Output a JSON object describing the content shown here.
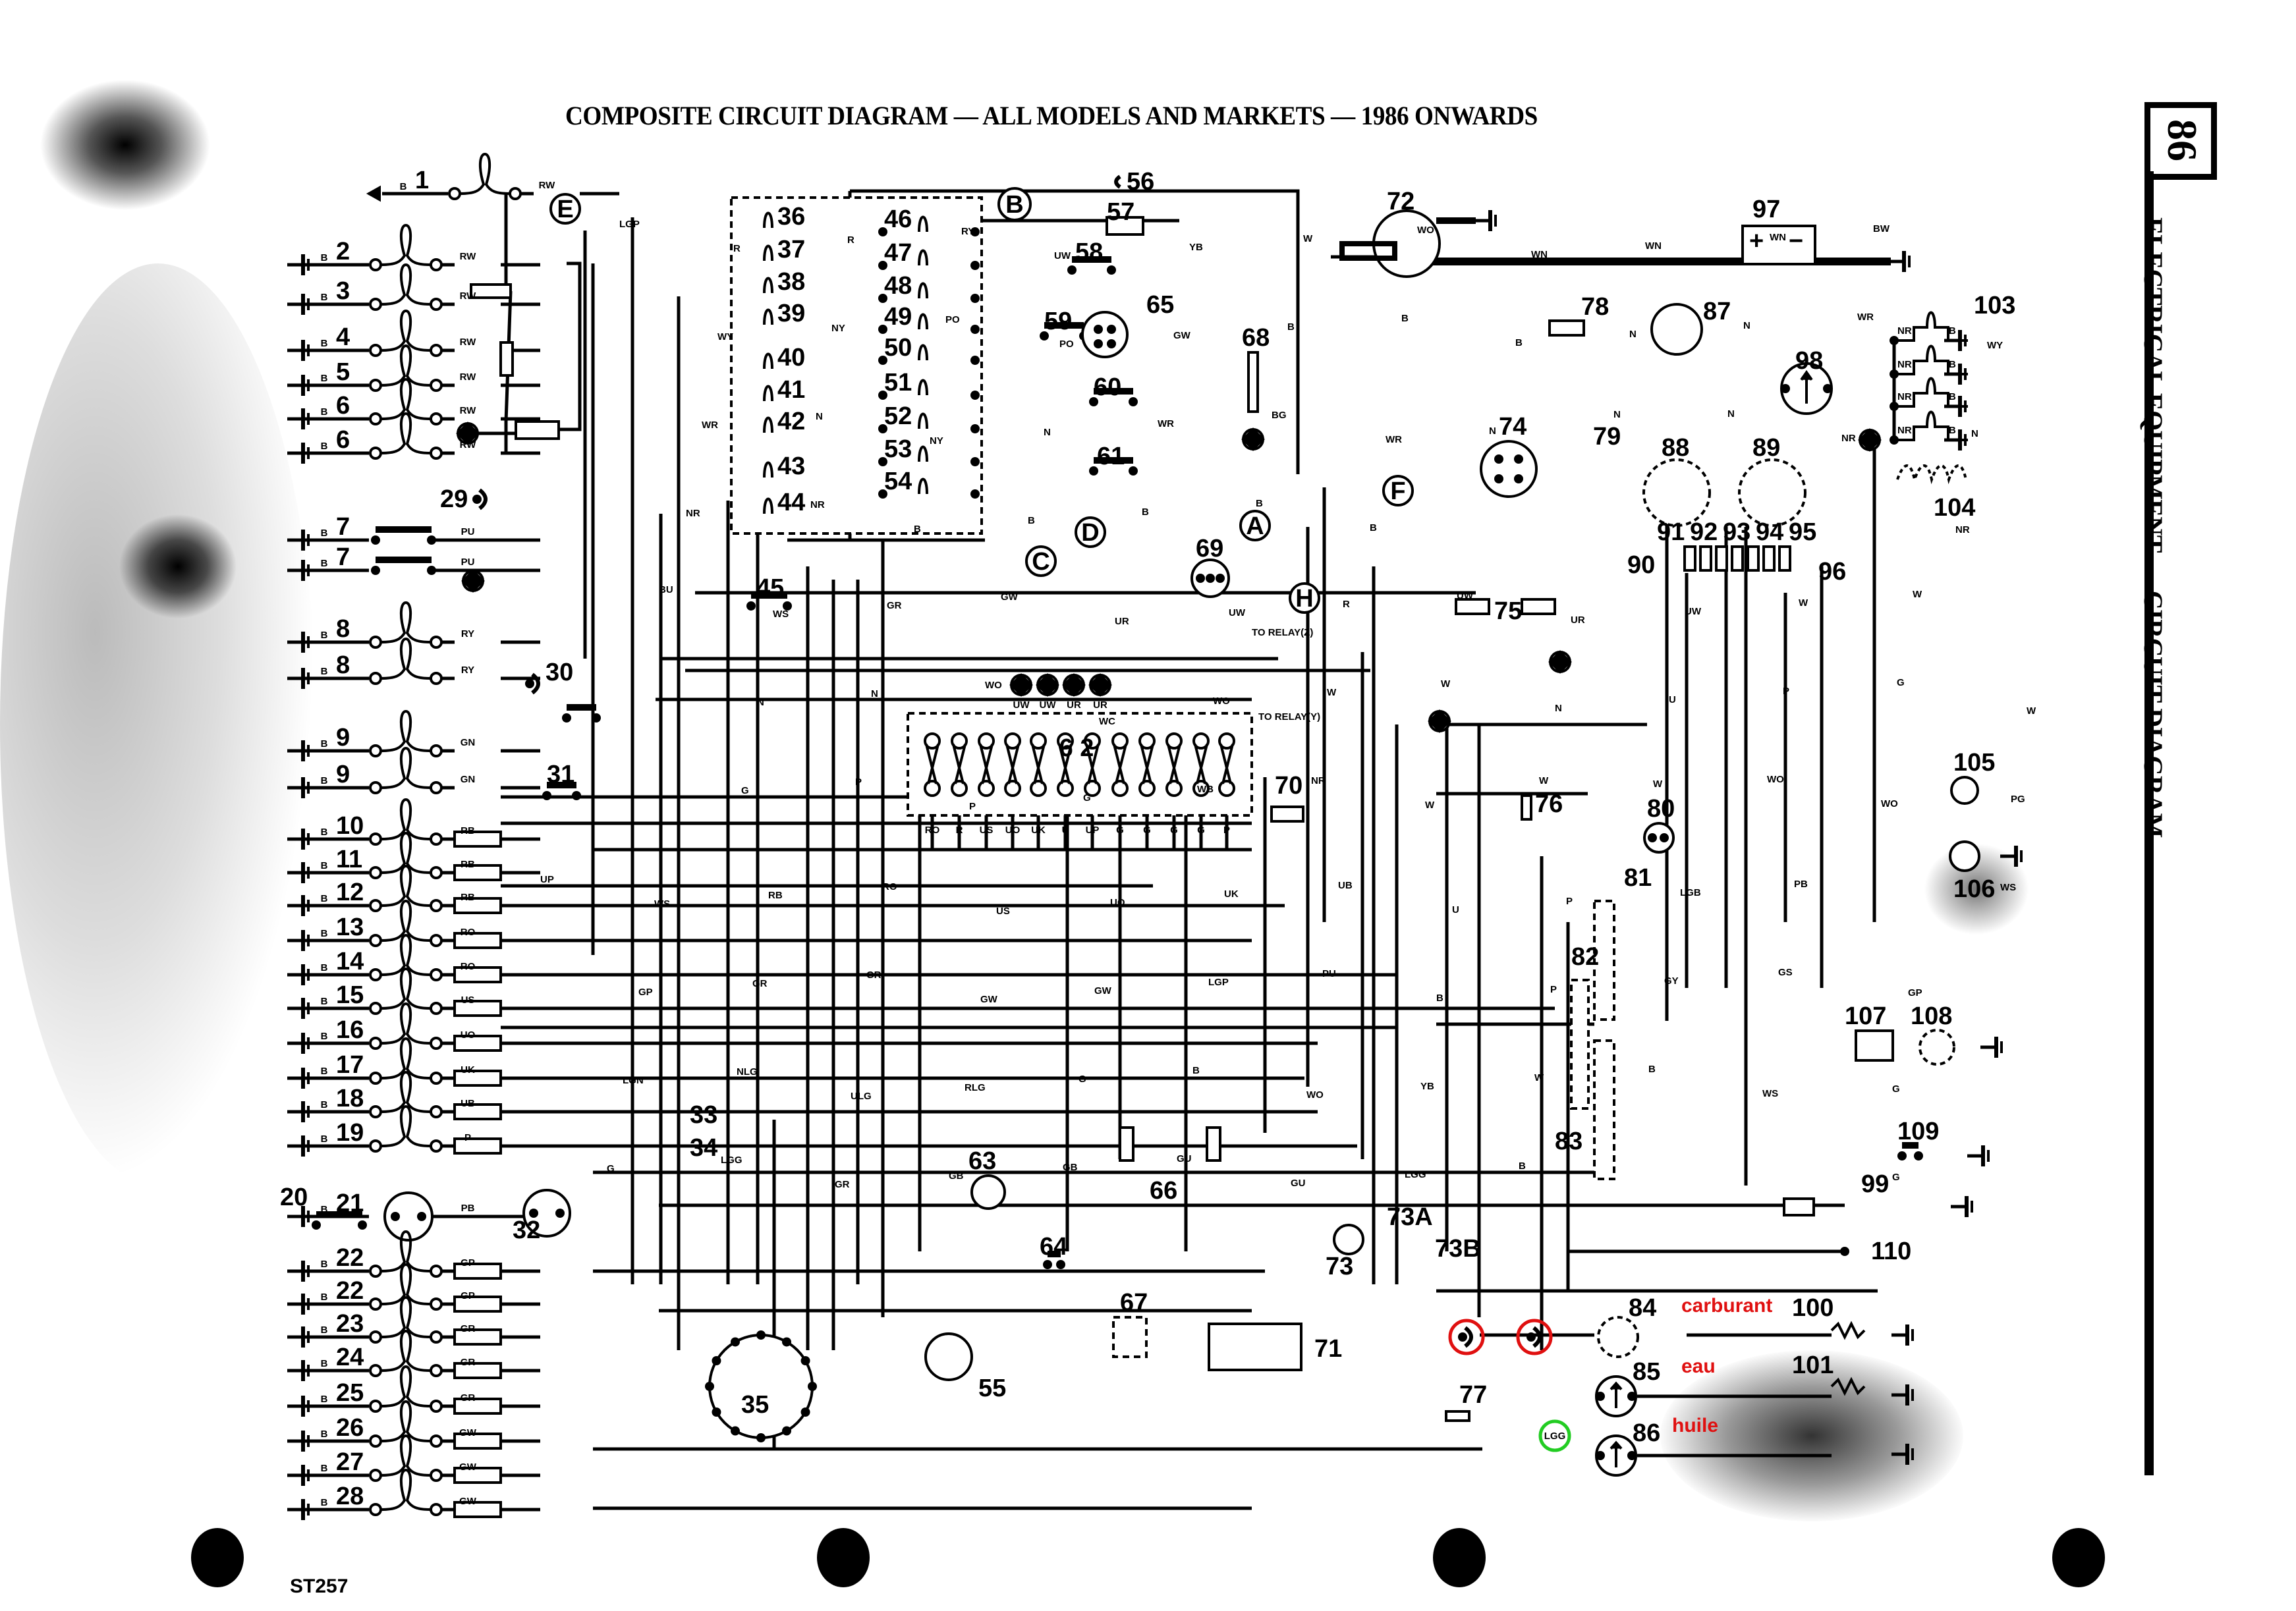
{
  "document": {
    "title": "COMPOSITE CIRCUIT DIAGRAM — ALL MODELS AND MARKETS — 1986 ONWARDS",
    "section_number": "86",
    "section_title": "ELECTRICAL EQUIPMENT — CIRCUIT DIAGRAM",
    "sheet_reference": "ST257"
  },
  "annotations": [
    {
      "label": "carburant",
      "component": "84",
      "color": "#e01010"
    },
    {
      "label": "eau",
      "component": "85",
      "color": "#e01010"
    },
    {
      "label": "huile",
      "component": "86",
      "color": "#e01010"
    }
  ],
  "highlight_colors": {
    "red_circle": "#e01010",
    "green_circle": "#22cc22"
  },
  "connection_points": [
    "A",
    "B",
    "C",
    "D",
    "E",
    "F",
    "H"
  ],
  "relay_notes": [
    "TO RELAY(Z)",
    "TO RELAY(Y)"
  ],
  "left_lamps": [
    {
      "ref": "1",
      "wire": "RW"
    },
    {
      "ref": "2",
      "wire": "RW"
    },
    {
      "ref": "3",
      "wire": "RW"
    },
    {
      "ref": "4",
      "wire": "RW"
    },
    {
      "ref": "5",
      "wire": "RW"
    },
    {
      "ref": "6",
      "wire": "RW"
    },
    {
      "ref": "6",
      "wire": "RW"
    },
    {
      "ref": "7",
      "wire": "PU"
    },
    {
      "ref": "7",
      "wire": "PU"
    },
    {
      "ref": "8",
      "wire": "RY"
    },
    {
      "ref": "8",
      "wire": "RY"
    },
    {
      "ref": "9",
      "wire": "GN"
    },
    {
      "ref": "9",
      "wire": "GN"
    },
    {
      "ref": "10",
      "wire": "RB"
    },
    {
      "ref": "11",
      "wire": "RB"
    },
    {
      "ref": "12",
      "wire": "RB"
    },
    {
      "ref": "13",
      "wire": "RO"
    },
    {
      "ref": "14",
      "wire": "RO"
    },
    {
      "ref": "15",
      "wire": "US"
    },
    {
      "ref": "16",
      "wire": "UO"
    },
    {
      "ref": "17",
      "wire": "UK"
    },
    {
      "ref": "18",
      "wire": "UB"
    },
    {
      "ref": "19",
      "wire": "P"
    },
    {
      "ref": "21",
      "wire": "PB"
    },
    {
      "ref": "22",
      "wire": "GP"
    },
    {
      "ref": "22",
      "wire": "GP"
    },
    {
      "ref": "23",
      "wire": "GR"
    },
    {
      "ref": "24",
      "wire": "GR"
    },
    {
      "ref": "25",
      "wire": "GR"
    },
    {
      "ref": "26",
      "wire": "GW"
    },
    {
      "ref": "27",
      "wire": "GW"
    },
    {
      "ref": "28",
      "wire": "GW"
    }
  ],
  "ground_label": "B",
  "fuse_block_left": [
    "36",
    "37",
    "38",
    "39",
    "40",
    "41",
    "42",
    "43",
    "44"
  ],
  "fuse_block_right": [
    "46",
    "47",
    "48",
    "49",
    "50",
    "51",
    "52",
    "53",
    "54"
  ],
  "connector_62": {
    "ref": "6 2",
    "top_labels": [
      "UW",
      "UW",
      "UR",
      "UR"
    ],
    "bottom_labels": [
      "RO",
      "R",
      "US",
      "UO",
      "UK",
      "U",
      "UP",
      "G",
      "G",
      "G",
      "G",
      "P"
    ]
  },
  "components": [
    "20",
    "29",
    "30",
    "31",
    "32",
    "33",
    "34",
    "35",
    "45",
    "55",
    "56",
    "57",
    "58",
    "59",
    "60",
    "61",
    "63",
    "64",
    "65",
    "66",
    "67",
    "68",
    "69",
    "70",
    "71",
    "72",
    "73",
    "73A",
    "73B",
    "74",
    "75",
    "76",
    "77",
    "78",
    "79",
    "80",
    "81",
    "82",
    "83",
    "84",
    "85",
    "86",
    "87",
    "88",
    "89",
    "90",
    "91",
    "92",
    "93",
    "94",
    "95",
    "96",
    "97",
    "98",
    "99",
    "100",
    "101",
    "103",
    "104",
    "105",
    "106",
    "107",
    "108",
    "109",
    "110"
  ],
  "wire_labels": {
    "top": [
      "LGP",
      "R",
      "R",
      "RY",
      "UW",
      "YB",
      "W",
      "WO",
      "WN",
      "WN",
      "WN",
      "BW",
      "WY",
      "WY",
      "NY",
      "PO",
      "PO",
      "GW",
      "B",
      "B",
      "B",
      "N",
      "N",
      "WR",
      "N",
      "WR",
      "N",
      "NY",
      "N",
      "WR",
      "BG",
      "WR",
      "N",
      "N",
      "N",
      "NR",
      "NR",
      "NR",
      "NR",
      "B",
      "B",
      "B",
      "B",
      "B"
    ],
    "middle": [
      "BU",
      "WS",
      "GR",
      "GW",
      "UR",
      "UW",
      "R",
      "UW",
      "UR",
      "UW",
      "W",
      "W",
      "W",
      "N",
      "N",
      "WO",
      "WC",
      "WO",
      "W",
      "W",
      "N",
      "U",
      "P",
      "G",
      "PG",
      "G",
      "P",
      "P",
      "G",
      "WB",
      "NR",
      "W",
      "W",
      "W",
      "WO",
      "WO",
      "WS"
    ],
    "bottom": [
      "UP",
      "WS",
      "RB",
      "RO",
      "US",
      "UO",
      "UK",
      "UB",
      "U",
      "P",
      "LGB",
      "PB",
      "GP",
      "GP",
      "GR",
      "GR",
      "GW",
      "GW",
      "LGP",
      "PU",
      "B",
      "P",
      "GY",
      "GS",
      "G",
      "LGN",
      "NLG",
      "ULG",
      "RLG",
      "G",
      "B",
      "WO",
      "YB",
      "W",
      "B",
      "WS",
      "G",
      "G",
      "LGG",
      "GR",
      "GB",
      "GB",
      "GU",
      "GU",
      "LGG",
      "B"
    ]
  },
  "battery_terminals": {
    "positive": "+",
    "negative": "−"
  }
}
